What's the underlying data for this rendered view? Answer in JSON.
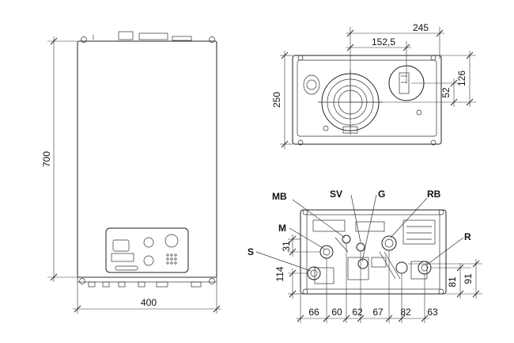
{
  "front_view": {
    "height_label": "700",
    "width_label": "400"
  },
  "top_view": {
    "depth_label": "250",
    "dims": [
      "245",
      "152,5",
      "126",
      "52"
    ]
  },
  "bottom_view": {
    "connections": [
      "MB",
      "SV",
      "G",
      "RB",
      "M",
      "S",
      "R"
    ],
    "spacings": [
      "66",
      "60",
      "62",
      "67",
      "82",
      "63"
    ],
    "vertical_dims": [
      "31",
      "114",
      "81",
      "91"
    ]
  }
}
